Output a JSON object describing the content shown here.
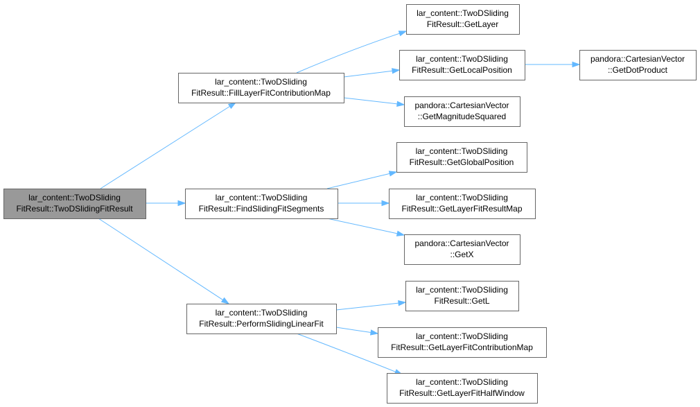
{
  "diagram": {
    "root": "lar_content::TwoDSlidingFitResult::TwoDSlidingFitResult",
    "nodes": [
      {
        "id": "root",
        "lines": [
          "lar_content::TwoDSliding",
          "FitResult::TwoDSlidingFitResult"
        ],
        "highlighted": true
      },
      {
        "id": "fill",
        "lines": [
          "lar_content::TwoDSliding",
          "FitResult::FillLayerFitContributionMap"
        ]
      },
      {
        "id": "find",
        "lines": [
          "lar_content::TwoDSliding",
          "FitResult::FindSlidingFitSegments"
        ]
      },
      {
        "id": "perform",
        "lines": [
          "lar_content::TwoDSliding",
          "FitResult::PerformSlidingLinearFit"
        ]
      },
      {
        "id": "getlayer",
        "lines": [
          "lar_content::TwoDSliding",
          "FitResult::GetLayer"
        ]
      },
      {
        "id": "getlocal",
        "lines": [
          "lar_content::TwoDSliding",
          "FitResult::GetLocalPosition"
        ]
      },
      {
        "id": "dot",
        "lines": [
          "pandora::CartesianVector",
          "::GetDotProduct"
        ]
      },
      {
        "id": "mag",
        "lines": [
          "pandora::CartesianVector",
          "::GetMagnitudeSquared"
        ]
      },
      {
        "id": "global",
        "lines": [
          "lar_content::TwoDSliding",
          "FitResult::GetGlobalPosition"
        ]
      },
      {
        "id": "lfrm",
        "lines": [
          "lar_content::TwoDSliding",
          "FitResult::GetLayerFitResultMap"
        ]
      },
      {
        "id": "getx",
        "lines": [
          "pandora::CartesianVector",
          "::GetX"
        ]
      },
      {
        "id": "getl",
        "lines": [
          "lar_content::TwoDSliding",
          "FitResult::GetL"
        ]
      },
      {
        "id": "lfcm",
        "lines": [
          "lar_content::TwoDSliding",
          "FitResult::GetLayerFitContributionMap"
        ]
      },
      {
        "id": "lfhw",
        "lines": [
          "lar_content::TwoDSliding",
          "FitResult::GetLayerFitHalfWindow"
        ]
      }
    ],
    "edges": [
      {
        "from": "root",
        "to": "fill"
      },
      {
        "from": "root",
        "to": "find"
      },
      {
        "from": "root",
        "to": "perform"
      },
      {
        "from": "fill",
        "to": "getlayer"
      },
      {
        "from": "fill",
        "to": "getlocal"
      },
      {
        "from": "fill",
        "to": "mag"
      },
      {
        "from": "getlocal",
        "to": "dot"
      },
      {
        "from": "find",
        "to": "global"
      },
      {
        "from": "find",
        "to": "lfrm"
      },
      {
        "from": "find",
        "to": "getx"
      },
      {
        "from": "perform",
        "to": "getl"
      },
      {
        "from": "perform",
        "to": "lfcm"
      },
      {
        "from": "perform",
        "to": "lfhw"
      }
    ],
    "colors": {
      "edge": "#63b8ff",
      "node_border": "#666666",
      "node_fill": "#ffffff",
      "root_fill": "#999999",
      "text": "#000000"
    }
  }
}
